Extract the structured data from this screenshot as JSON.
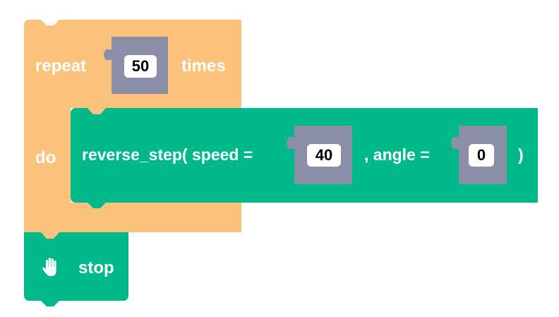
{
  "colors": {
    "loop_block": "#FAC27A",
    "motion_block": "#00B98A",
    "value_socket": "#8A8FA7",
    "text": "#FFFFFF",
    "field_bg": "#FFFFFF"
  },
  "repeat_block": {
    "label_repeat": "repeat",
    "count": "50",
    "label_times": "times",
    "label_do": "do"
  },
  "reverse_block": {
    "label_call": "reverse_step( speed =",
    "speed": "40",
    "label_angle": ", angle =",
    "angle": "0",
    "label_close": ")"
  },
  "stop_block": {
    "icon": "hand-stop-icon",
    "label": "stop"
  }
}
